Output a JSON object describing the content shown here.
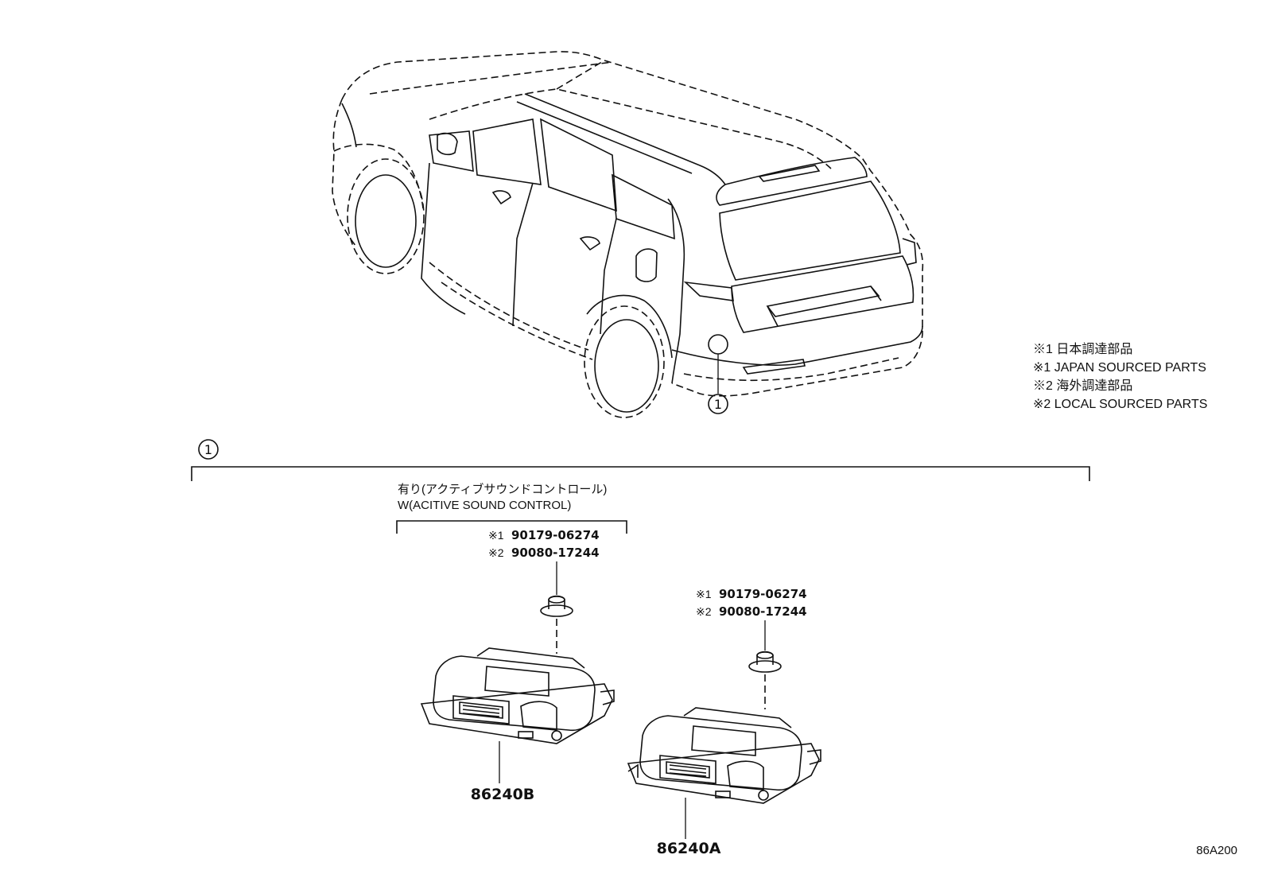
{
  "legend": {
    "line1": "※1 日本調達部品",
    "line2": "※1 JAPAN SOURCED PARTS",
    "line3": "※2 海外調達部品",
    "line4": "※2 LOCAL SOURCED PARTS"
  },
  "callout_marker": "1",
  "group_marker": "1",
  "option_label_jp": "有り(アクティブサウンドコントロール)",
  "option_label_en": "W(ACITIVE SOUND CONTROL)",
  "left_fastener": {
    "code1_prefix": "※1",
    "code1": "90179-06274",
    "code2_prefix": "※2",
    "code2": "90080-17244"
  },
  "right_fastener": {
    "code1_prefix": "※1",
    "code1": "90179-06274",
    "code2_prefix": "※2",
    "code2": "90080-17244"
  },
  "part_left": "86240B",
  "part_right": "86240A",
  "figure_id": "86A200"
}
